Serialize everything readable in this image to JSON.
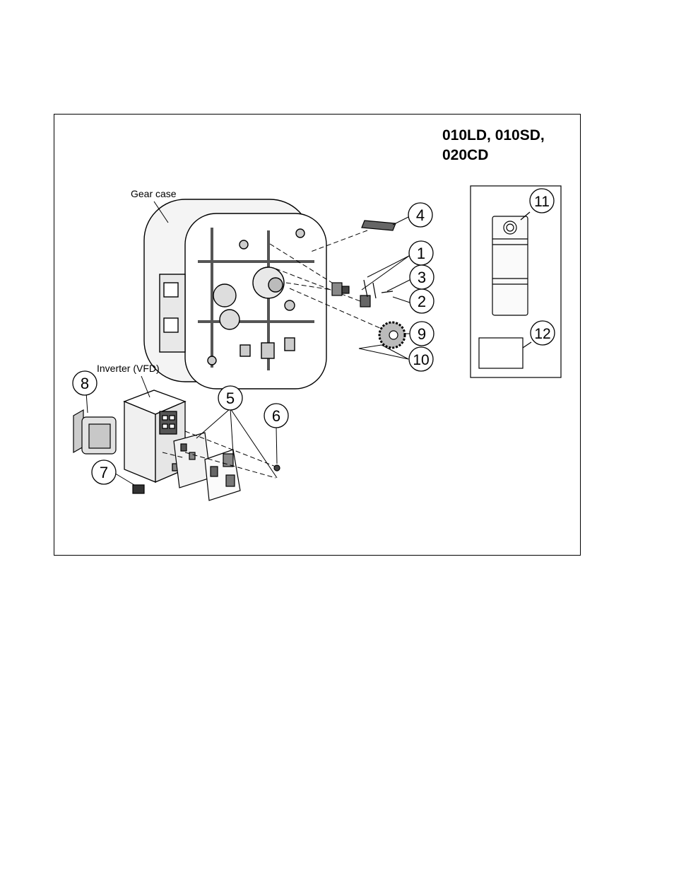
{
  "title": "010LD, 010SD, 020CD",
  "labels": {
    "gear_case": "Gear case",
    "inverter": "Inverter (VFD)"
  },
  "callouts": [
    "1",
    "2",
    "3",
    "4",
    "5",
    "6",
    "7",
    "8",
    "9",
    "10",
    "11",
    "12"
  ]
}
